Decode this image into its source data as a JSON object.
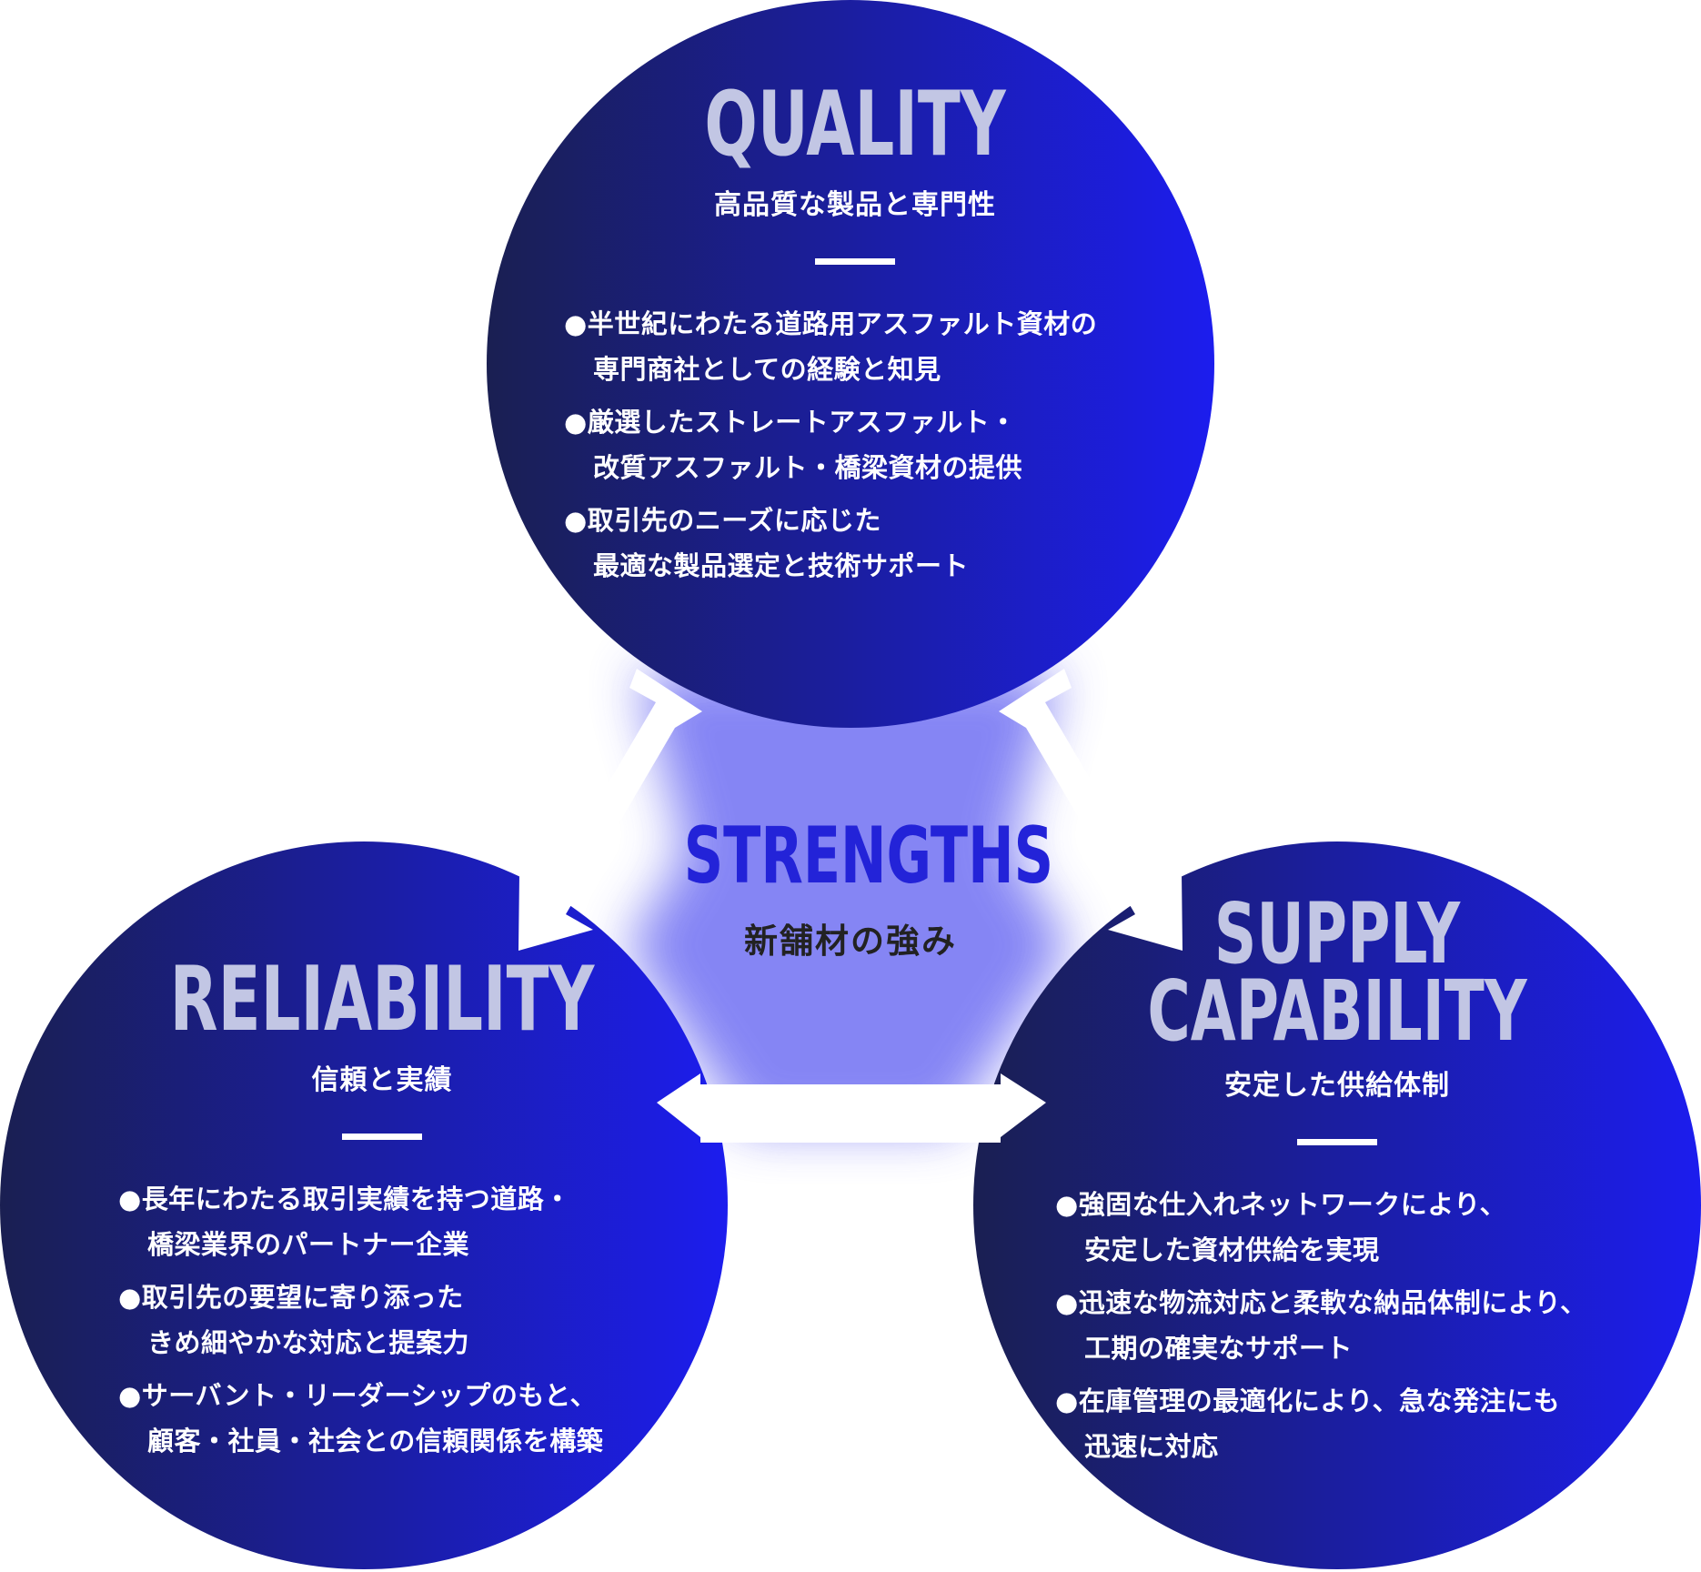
{
  "colors": {
    "circle_dark": "#1a1f52",
    "circle_light": "#1c1dee",
    "title": "#c2c6e4",
    "center_title": "#2323d8",
    "center_sub": "#222222",
    "glow": "#7c7cf5"
  },
  "center": {
    "title": "STRENGTHS",
    "subtitle": "新舗材の強み"
  },
  "quality": {
    "title": "QUALITY",
    "subtitle": "高品質な製品と専門性",
    "bullets": [
      [
        "●半世紀にわたる道路用アスファルト資材の",
        "専門商社としての経験と知見"
      ],
      [
        "●厳選したストレートアスファルト・",
        "改質アスファルト・橋梁資材の提供"
      ],
      [
        "●取引先のニーズに応じた",
        "最適な製品選定と技術サポート"
      ]
    ]
  },
  "reliability": {
    "title": "RELIABILITY",
    "subtitle": "信頼と実績",
    "bullets": [
      [
        "●長年にわたる取引実績を持つ道路・",
        "橋梁業界のパートナー企業"
      ],
      [
        "●取引先の要望に寄り添った",
        "きめ細やかな対応と提案力"
      ],
      [
        "●サーバント・リーダーシップのもと、",
        "顧客・社員・社会との信頼関係を構築"
      ]
    ]
  },
  "supply": {
    "title_line1": "SUPPLY",
    "title_line2": "CAPABILITY",
    "subtitle": "安定した供給体制",
    "bullets": [
      [
        "●強固な仕入れネットワークにより、",
        "安定した資材供給を実現"
      ],
      [
        "●迅速な物流対応と柔軟な納品体制により、",
        "工期の確実なサポート"
      ],
      [
        "●在庫管理の最適化により、急な発注にも",
        "迅速に対応"
      ]
    ]
  }
}
